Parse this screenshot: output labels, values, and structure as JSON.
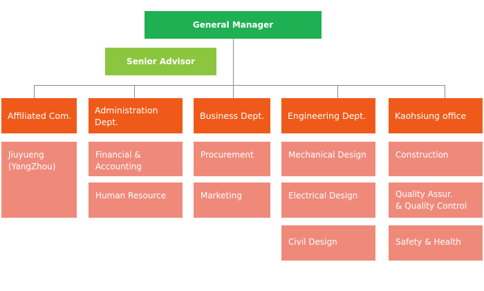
{
  "chart": {
    "general_manager": "General Manager",
    "senior_advisor": "Senior Advisor",
    "columns": [
      {
        "dept": "Affiliated Com.",
        "items": [
          "Jiuyueng\n(YangZhou)"
        ]
      },
      {
        "dept": "Administration Dept.",
        "items": [
          "Financial &\nAccounting",
          "Human Resource"
        ]
      },
      {
        "dept": "Business Dept.",
        "items": [
          "Procurement",
          "Marketing"
        ]
      },
      {
        "dept": "Engineering Dept.",
        "items": [
          "Mechanical Design",
          "Electrical Design",
          "Civil Design"
        ]
      },
      {
        "dept": "Kaohsiung office",
        "items": [
          "Construction",
          "Quality Assur.\n& Quality Control",
          "Safety & Health"
        ]
      }
    ]
  }
}
